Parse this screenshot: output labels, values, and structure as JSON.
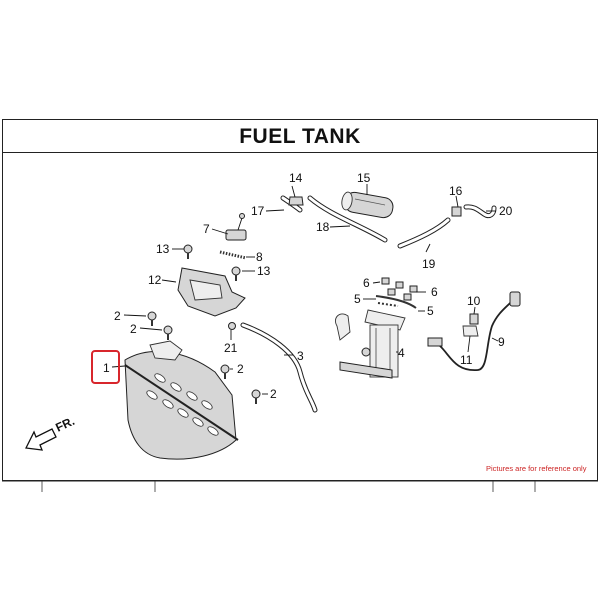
{
  "title": "FUEL TANK",
  "note": "Pictures are for reference only",
  "direction_label": "FR.",
  "highlight_color": "#d8262c",
  "callouts": {
    "c1": "1",
    "c2a": "2",
    "c2b": "2",
    "c2c": "2",
    "c2d": "2",
    "c3": "3",
    "c4": "4",
    "c5a": "5",
    "c5b": "5",
    "c6a": "6",
    "c6b": "6",
    "c7": "7",
    "c8": "8",
    "c9": "9",
    "c10": "10",
    "c11": "11",
    "c12": "12",
    "c13a": "13",
    "c13b": "13",
    "c14": "14",
    "c15": "15",
    "c16": "16",
    "c17": "17",
    "c18": "18",
    "c19": "19",
    "c20": "20",
    "c21": "21"
  }
}
